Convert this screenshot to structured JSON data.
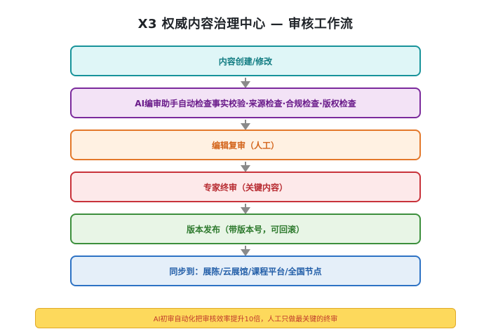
{
  "title": "X3 权威内容治理中心 — 审核工作流",
  "steps": [
    {
      "label": "内容创建/修改",
      "border": "#17939a",
      "bg": "#dff6f7",
      "text": "#117c82"
    },
    {
      "label": "AI编审助手自动检查事实校验·来源检查·合规检查·版权检查",
      "border": "#7b2a9c",
      "bg": "#f3e3f6",
      "text": "#6a1b8a"
    },
    {
      "label": "编辑复审（人工）",
      "border": "#e3782a",
      "bg": "#fff1e2",
      "text": "#d3641a"
    },
    {
      "label": "专家终审（关键内容）",
      "border": "#c8323a",
      "bg": "#fde9ea",
      "text": "#b72a30"
    },
    {
      "label": "版本发布（带版本号，可回滚）",
      "border": "#3c8f3c",
      "bg": "#e8f5e6",
      "text": "#2e7a2e"
    },
    {
      "label": "同步到：展陈/云展馆/课程平台/全国节点",
      "border": "#2d72c4",
      "bg": "#e5eff9",
      "text": "#225ea8"
    }
  ],
  "note": {
    "text": "AI初审自动化把审核效率提升10倍，人工只做最关键的终审",
    "bg": "#fdd95c",
    "border": "#e0a928",
    "text_color": "#c0392b"
  }
}
